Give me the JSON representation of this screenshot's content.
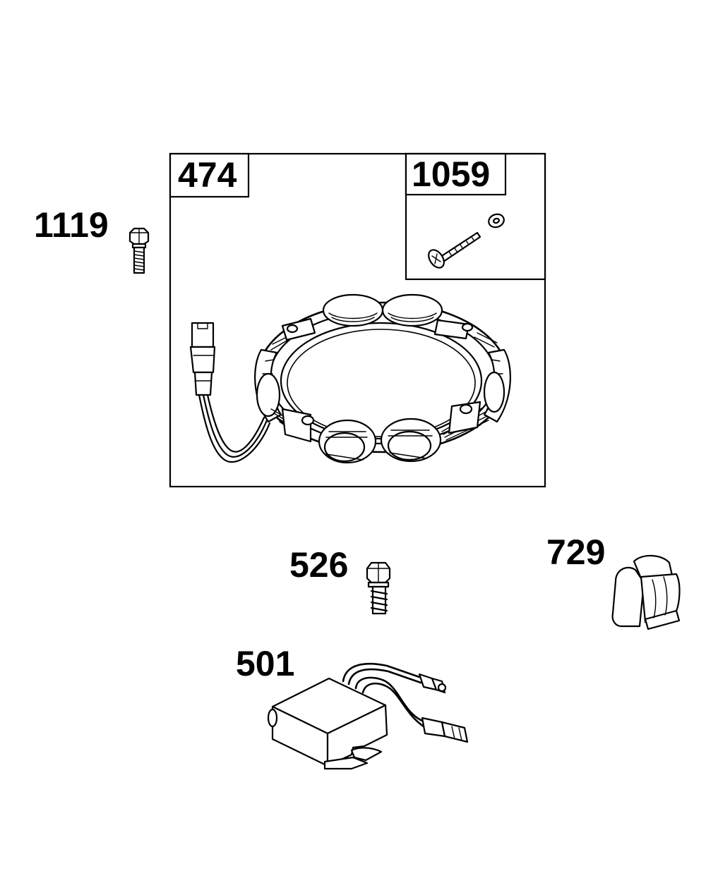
{
  "parts": {
    "bolt_1119": {
      "label": "1119"
    },
    "stator_474": {
      "label": "474"
    },
    "screw_kit_1059": {
      "label": "1059"
    },
    "bolt_526": {
      "label": "526"
    },
    "clip_729": {
      "label": "729"
    },
    "regulator_501": {
      "label": "501"
    }
  }
}
